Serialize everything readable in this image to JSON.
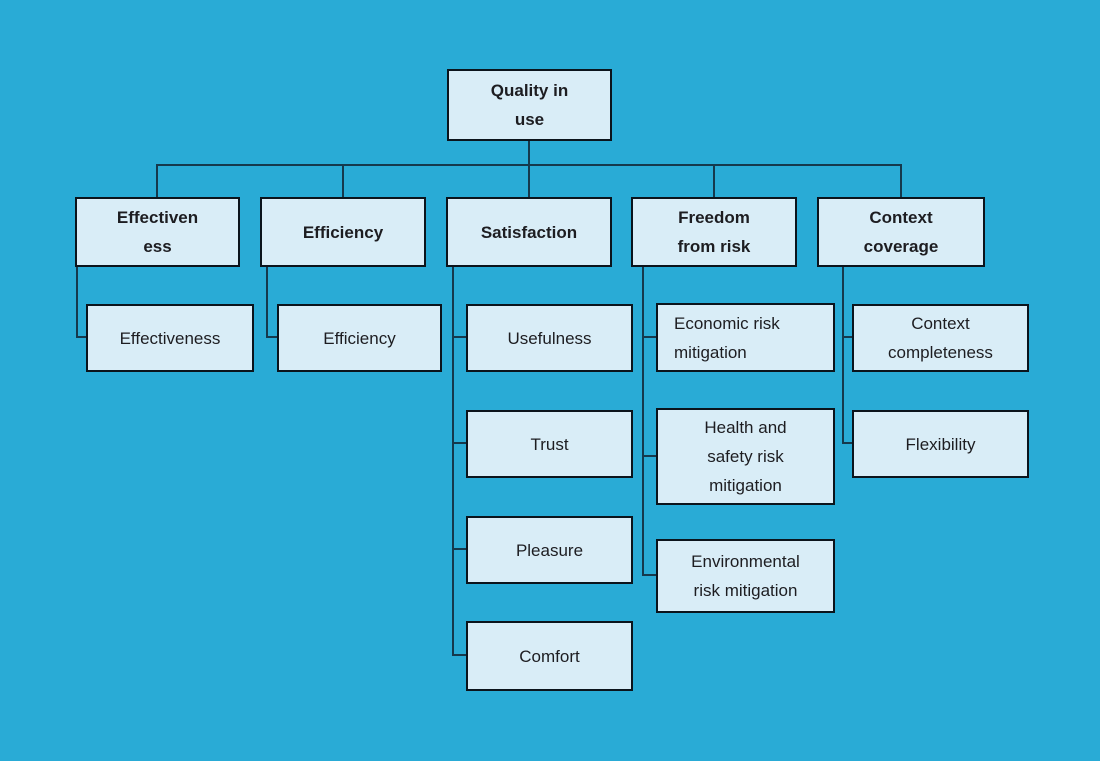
{
  "colors": {
    "background": "#29ABD6",
    "node_fill": "#D9EDF7",
    "node_border": "#0B141C",
    "connector": "#15394D",
    "text": "#1D1D21"
  },
  "diagram": {
    "root": {
      "label": "Quality in\nuse"
    },
    "branches": [
      {
        "label": "Effectiven\ness",
        "children": [
          {
            "label": "Effectiveness"
          }
        ]
      },
      {
        "label": "Efficiency",
        "children": [
          {
            "label": "Efficiency"
          }
        ]
      },
      {
        "label": "Satisfaction",
        "children": [
          {
            "label": "Usefulness"
          },
          {
            "label": "Trust"
          },
          {
            "label": "Pleasure"
          },
          {
            "label": "Comfort"
          }
        ]
      },
      {
        "label": "Freedom\nfrom risk",
        "children": [
          {
            "label": "Economic risk\nmitigation"
          },
          {
            "label": "Health and\nsafety risk\nmitigation"
          },
          {
            "label": "Environmental\nrisk mitigation"
          }
        ]
      },
      {
        "label": "Context\ncoverage",
        "children": [
          {
            "label": "Context\ncompleteness"
          },
          {
            "label": "Flexibility"
          }
        ]
      }
    ]
  }
}
